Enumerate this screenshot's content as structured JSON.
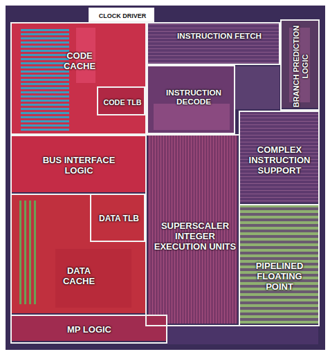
{
  "diagram": {
    "nodes": [
      {
        "text": [
          "CLOCK DRIVER"
        ]
      },
      {
        "text": [
          "CODE CACHE"
        ]
      },
      {
        "text": [
          "INSTRUCTION FETCH"
        ]
      },
      {
        "text": [
          "BRANCH PREDICTION LOGIC"
        ]
      },
      {
        "text": [
          "CODE TLB"
        ]
      },
      {
        "text": [
          "INSTRUCTION DECODE"
        ]
      },
      {
        "text": [
          "BUS INTERFACE LOGIC"
        ]
      },
      {
        "text": [
          "COMPLEX INSTRUCTION SUPPORT"
        ]
      },
      {
        "text": [
          "DATA TLB"
        ]
      },
      {
        "text": [
          "SUPERSCALER INTEGER EXECUTION UNITS"
        ]
      },
      {
        "text": [
          "DATA CACHE"
        ]
      },
      {
        "text": [
          "PIPELINED FLOATING POINT"
        ]
      },
      {
        "text": [
          "MP LOGIC"
        ]
      }
    ]
  }
}
